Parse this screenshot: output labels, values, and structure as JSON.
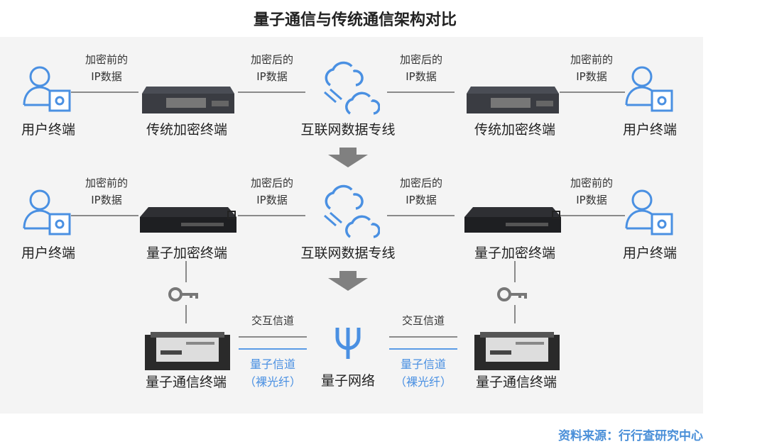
{
  "title": "量子通信与传统通信架构对比",
  "rows": [
    {
      "left_user": "用户终端",
      "pre_label": [
        "加密前的",
        "IP数据"
      ],
      "left_device": "传统加密终端",
      "post_label": [
        "加密后的",
        "IP数据"
      ],
      "center": "互联网数据专线",
      "right_post_label": [
        "加密后的",
        "IP数据"
      ],
      "right_device": "传统加密终端",
      "right_pre_label": [
        "加密前的",
        "IP数据"
      ],
      "right_user": "用户终端"
    },
    {
      "left_user": "用户终端",
      "pre_label": [
        "加密前的",
        "IP数据"
      ],
      "left_device": "量子加密终端",
      "post_label": [
        "加密后的",
        "IP数据"
      ],
      "center": "互联网数据专线",
      "right_post_label": [
        "加密后的",
        "IP数据"
      ],
      "right_device": "量子加密终端",
      "right_pre_label": [
        "加密前的",
        "IP数据"
      ],
      "right_user": "用户终端"
    }
  ],
  "quantum": {
    "left_device": "量子通信终端",
    "right_device": "量子通信终端",
    "center": "量子网络",
    "interaction": "交互信道",
    "quantum_channel": "量子信道",
    "fiber": "（裸光纤）"
  },
  "colors": {
    "accent": "#4a90e2",
    "line": "#8a8a8a",
    "arrow": "#808080"
  },
  "source": "资料来源：行行查研究中心"
}
